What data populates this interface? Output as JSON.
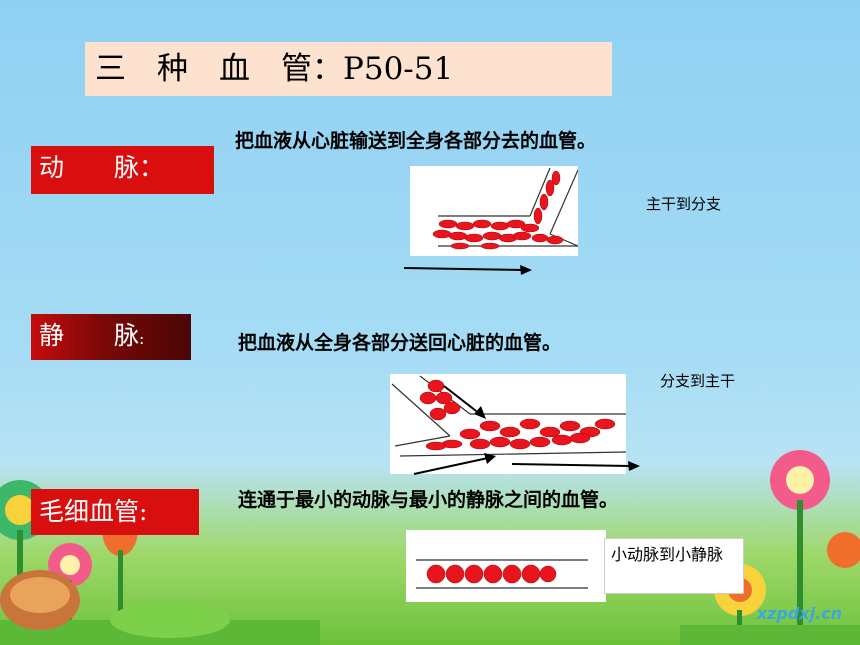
{
  "title": "三　种　血　管：P50-51",
  "artery": {
    "label": "动　　脉：",
    "description": "把血液从心脏输送到全身各部分去的血管。",
    "note": "主干到分支"
  },
  "vein": {
    "label": "静　　脉",
    "label_suffix": ":",
    "description": "把血液从全身各部分送回心脏的血管。",
    "note": "分支到主干"
  },
  "capillary": {
    "label": "毛细血管:",
    "description": "连通于最小的动脉与最小的静脉之间的血管。",
    "note": "小动脉到小静脉"
  },
  "watermark": "xzpdxj.cn",
  "colors": {
    "label_red": "#d90e0e",
    "blood_cell": "#e8141e",
    "title_bg": "#fde3cf"
  }
}
